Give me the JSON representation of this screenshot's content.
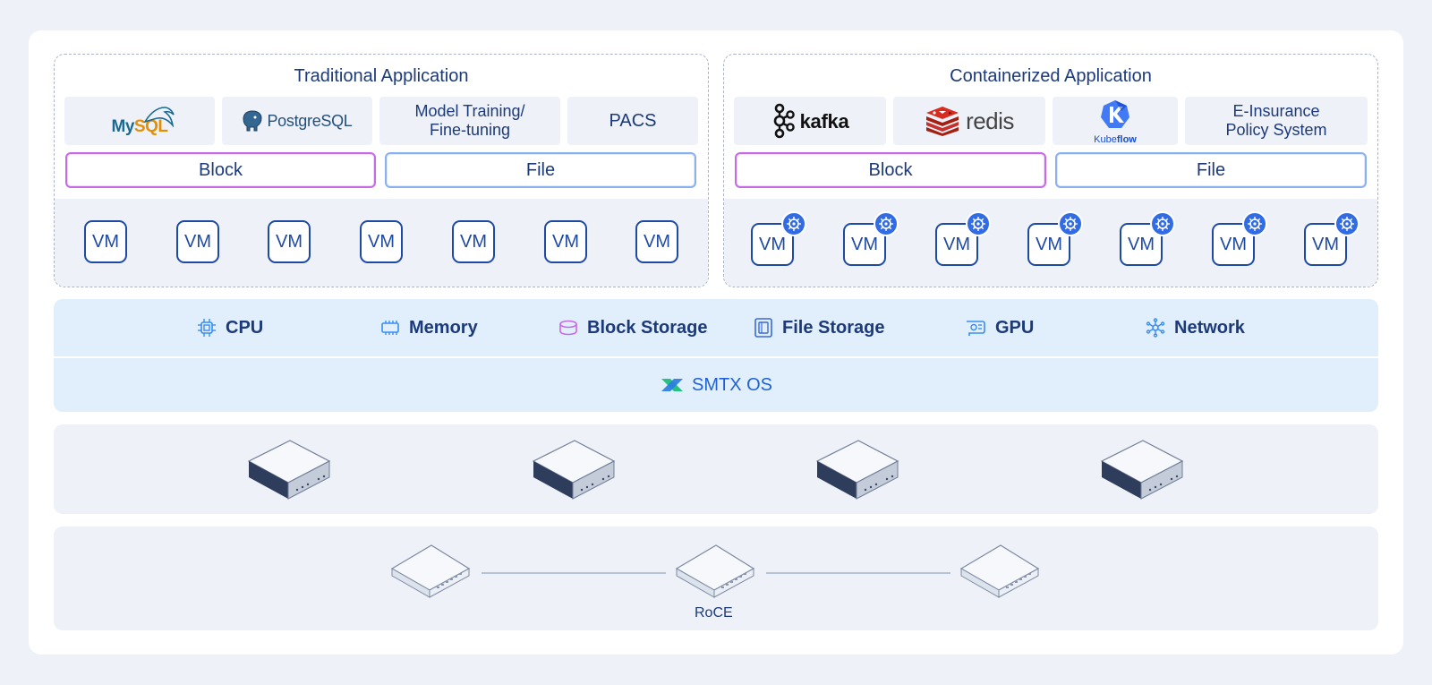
{
  "traditional": {
    "title": "Traditional Application",
    "apps": {
      "mysql": {
        "my": "My",
        "sql": "SQL"
      },
      "postgresql": "PostgreSQL",
      "model_training": "Model Training/\nFine-tuning",
      "pacs": "PACS"
    },
    "block_label": "Block",
    "file_label": "File",
    "vm_label": "VM"
  },
  "containerized": {
    "title": "Containerized Application",
    "apps": {
      "kafka": "kafka",
      "redis": "redis",
      "kubeflow": {
        "kube": "Kube",
        "flow": "flow"
      },
      "e_insurance": "E-Insurance\nPolicy System"
    },
    "block_label": "Block",
    "file_label": "File",
    "vm_label": "VM"
  },
  "resources": {
    "cpu": "CPU",
    "memory": "Memory",
    "block_storage": "Block Storage",
    "file_storage": "File Storage",
    "gpu": "GPU",
    "network": "Network"
  },
  "os": {
    "label": "SMTX OS"
  },
  "network": {
    "label": "RoCE"
  },
  "icons": {
    "cpu": "cpu-icon",
    "memory": "memory-icon",
    "block_storage": "block-storage-icon",
    "file_storage": "file-storage-icon",
    "gpu": "gpu-icon",
    "network": "network-icon",
    "os": "smtx-os-logo",
    "server": "server-icon",
    "switch": "switch-icon",
    "kubernetes": "kubernetes-icon"
  },
  "colors": {
    "accent": "#1c3a7a",
    "vm_border": "#1f4aa3",
    "block_border": "#c66ae6",
    "file_border": "#8bb0ef",
    "resource_band": "#e1effc",
    "os_text": "#2062d6",
    "kubernetes": "#326ce5"
  }
}
